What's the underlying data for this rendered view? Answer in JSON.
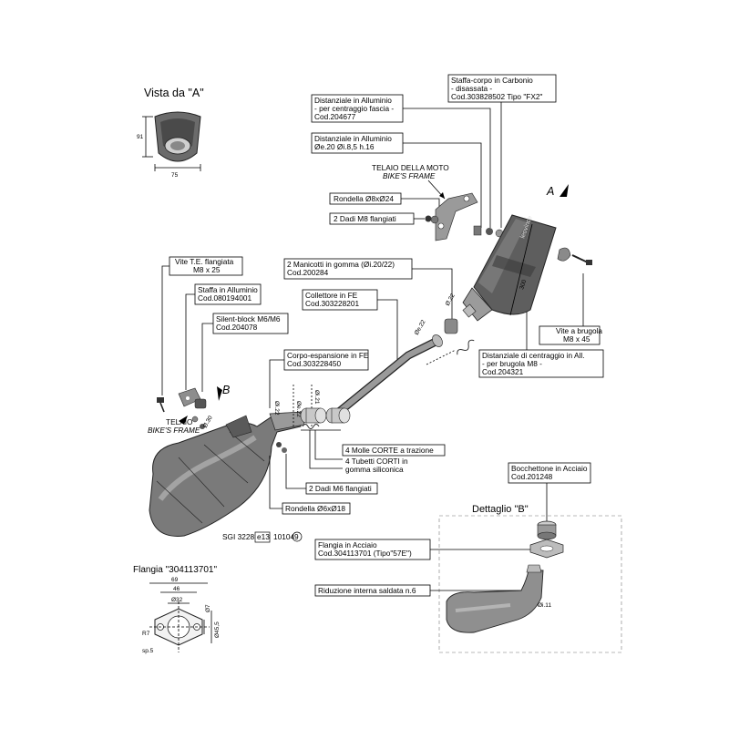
{
  "views": {
    "vista_a_title": "Vista da \"A\"",
    "vista_a_dim_w": "75",
    "vista_a_dim_h": "91",
    "dettaglio_b_title": "Dettaglio \"B\"",
    "flangia_title": "Flangia \"304113701\"",
    "flangia_dims": [
      "69",
      "46",
      "Ø32",
      "Ø7",
      "Ø45,5",
      "R7",
      "sp.5"
    ]
  },
  "markers": {
    "a": "A",
    "b": "B"
  },
  "frame_labels": {
    "top_line1": "TELAIO DELLA MOTO",
    "top_line2": "BIKE'S FRAME",
    "left_line1": "TELAIO",
    "left_line2": "BIKE'S FRAME"
  },
  "dimensions": [
    "Ø.22",
    "Øe.22",
    "Øi.22",
    "Øe.22",
    "Øi.21",
    "300",
    "Ø.30",
    "Øi.11"
  ],
  "homologation": {
    "code": "SGI 3228",
    "mark": "e13",
    "number": "10104",
    "circle": "9"
  },
  "callouts": [
    {
      "lines": [
        "Staffa-corpo in Carbonio",
        "- disassata -",
        "Cod.303828502  Tipo \"FX2\""
      ]
    },
    {
      "lines": [
        "Distanziale in Alluminio",
        "- per centraggio fascia -",
        "Cod.204677"
      ]
    },
    {
      "lines": [
        "Distanziale in Alluminio",
        "Øe.20  Øi.8,5  h.16"
      ]
    },
    {
      "lines": [
        "Rondella Ø8xØ24"
      ]
    },
    {
      "lines": [
        "2 Dadi M8 flangiati"
      ]
    },
    {
      "lines": [
        "Vite T.E. flangiata",
        "M8 x 25"
      ]
    },
    {
      "lines": [
        "Staffa in Alluminio",
        "Cod.080194001"
      ]
    },
    {
      "lines": [
        "Silent-block M6/M6",
        "Cod.204078"
      ]
    },
    {
      "lines": [
        "2 Manicotti in gomma (Øi.20/22)",
        "Cod.200284"
      ]
    },
    {
      "lines": [
        "Collettore in FE",
        "Cod.303228201"
      ]
    },
    {
      "lines": [
        "Corpo-espansione in FE",
        "Cod.303228450"
      ]
    },
    {
      "lines": [
        "Vite a brugola",
        "M8 x 45"
      ]
    },
    {
      "lines": [
        "Distanziale di centraggio in All.",
        "- per brugola M8 -",
        "Cod.204321"
      ]
    },
    {
      "lines": [
        "4 Molle CORTE a trazione"
      ]
    },
    {
      "lines": [
        "4 Tubetti CORTI in",
        "gomma siliconica"
      ]
    },
    {
      "lines": [
        "2 Dadi M6 flangiati"
      ]
    },
    {
      "lines": [
        "Rondella Ø6xØ18"
      ]
    },
    {
      "lines": [
        "Bocchettone in Acciaio",
        "Cod.201248"
      ]
    },
    {
      "lines": [
        "Flangia in Acciaio",
        "Cod.304113701  (Tipo\"57E\")"
      ]
    },
    {
      "lines": [
        "Riduzione interna saldata n.6"
      ]
    }
  ]
}
